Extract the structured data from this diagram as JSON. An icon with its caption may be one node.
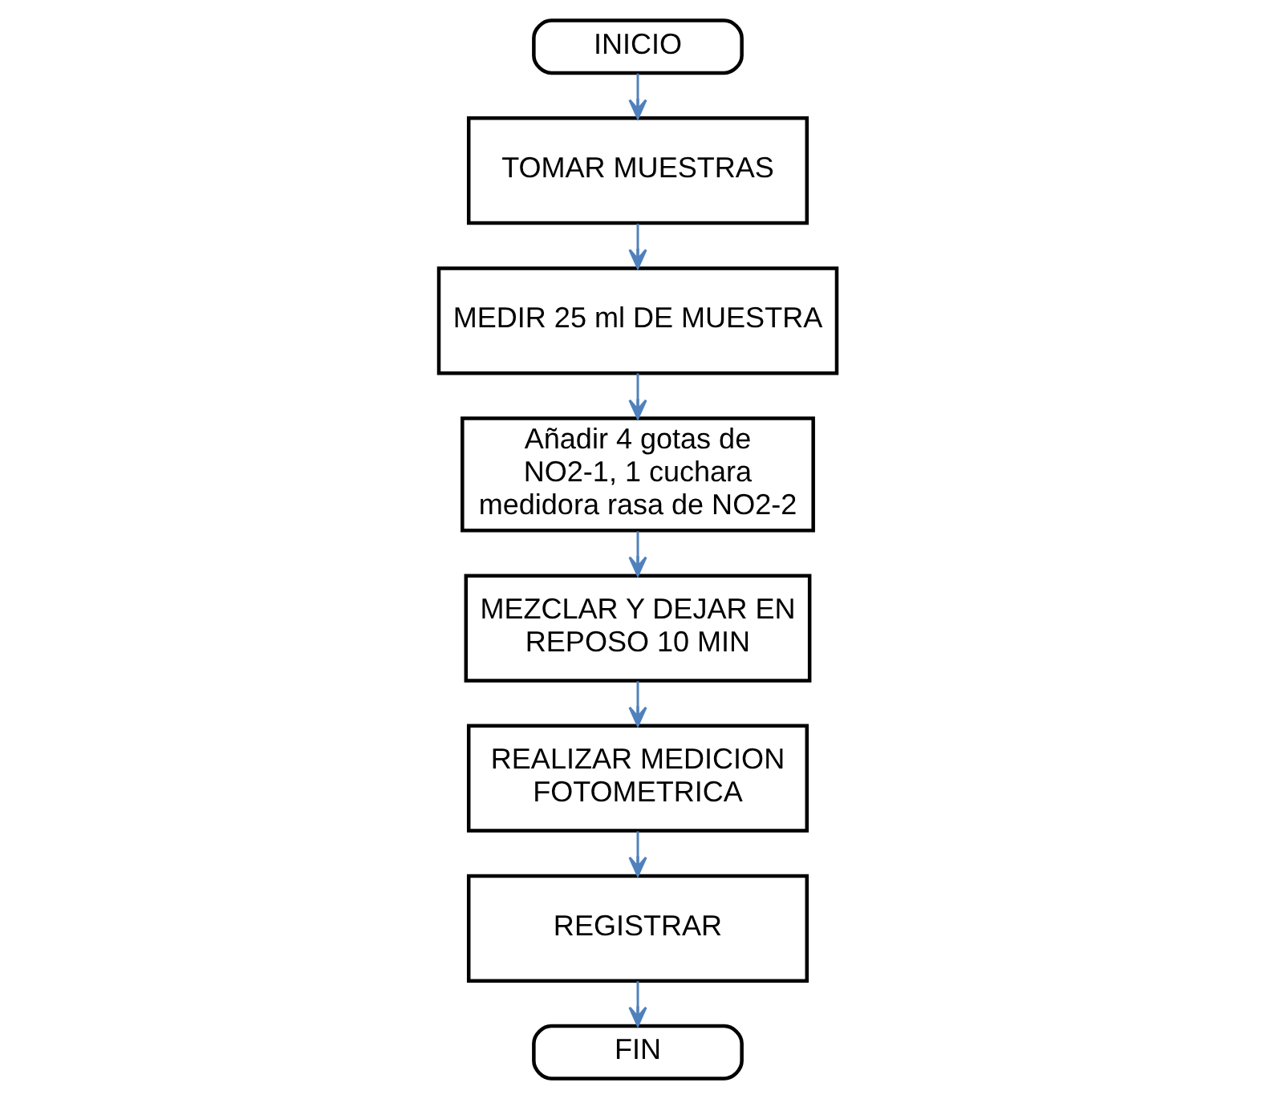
{
  "diagram": {
    "nodes": [
      {
        "text": [
          "INICIO"
        ]
      },
      {
        "text": [
          "TOMAR MUESTRAS"
        ]
      },
      {
        "text": [
          "MEDIR 25 ml DE MUESTRA"
        ]
      },
      {
        "text": [
          "Añadir 4 gotas de NO2-1, 1 cuchara medidora rasa de NO2-2"
        ]
      },
      {
        "text": [
          "MEZCLAR Y DEJAR EN REPOSO 10 MIN"
        ]
      },
      {
        "text": [
          "REALIZAR MEDICION FOTOMETRICA"
        ]
      },
      {
        "text": [
          "REGISTRAR"
        ]
      },
      {
        "text": [
          "FIN"
        ]
      }
    ],
    "edges": [
      {
        "from": 0,
        "to": 1,
        "arrow": "to"
      },
      {
        "from": 1,
        "to": 2,
        "arrow": "to"
      },
      {
        "from": 2,
        "to": 3,
        "arrow": "to"
      },
      {
        "from": 3,
        "to": 4,
        "arrow": "to"
      },
      {
        "from": 4,
        "to": 5,
        "arrow": "to"
      },
      {
        "from": 5,
        "to": 6,
        "arrow": "to"
      },
      {
        "from": 6,
        "to": 7,
        "arrow": "to"
      }
    ]
  }
}
